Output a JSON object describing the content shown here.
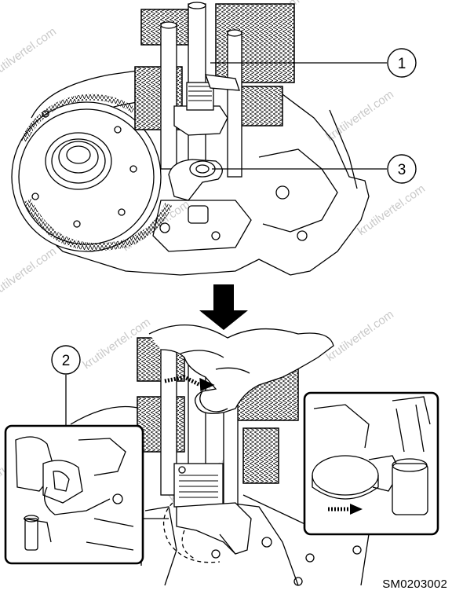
{
  "figure": {
    "callouts": [
      {
        "id": "1",
        "label": "1"
      },
      {
        "id": "2",
        "label": "2"
      },
      {
        "id": "3",
        "label": "3"
      }
    ],
    "code": "SM0203002",
    "watermark": "krutilvertel.com"
  },
  "colors": {
    "line": "#000000",
    "background": "#ffffff",
    "watermark": "#c9c9c9"
  }
}
